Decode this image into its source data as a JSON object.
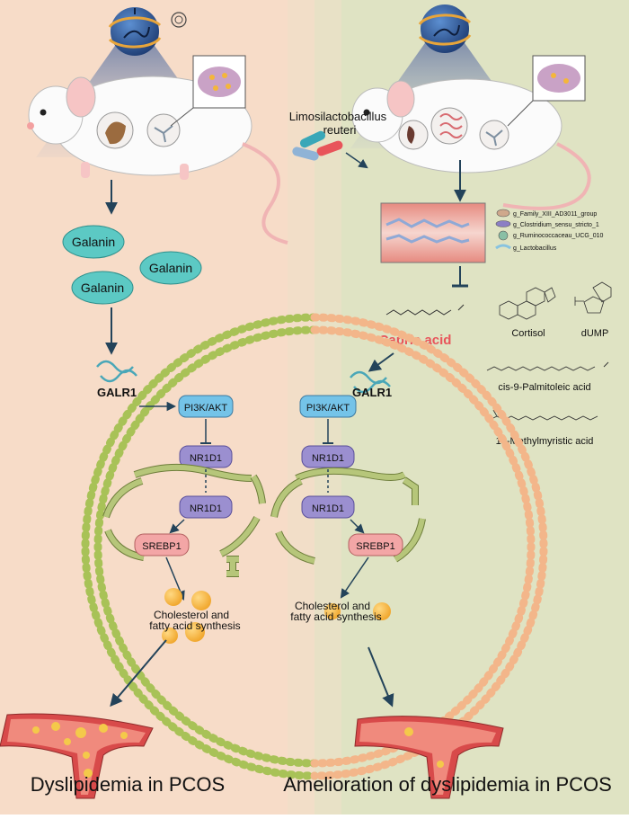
{
  "left": {
    "title": "Dyslipidemia in PCOS",
    "bg": "#f7dcc8",
    "galanin": [
      "Galanin",
      "Galanin",
      "Galanin"
    ],
    "receptor": "GALR1",
    "kinase": "PI3K/AKT",
    "nr1d1_top": "NR1D1",
    "nr1d1_bottom": "NR1D1",
    "srebp1": "SREBP1",
    "synthesis_line1": "Cholesterol and",
    "synthesis_line2": "fatty acid synthesis"
  },
  "right": {
    "title": "Amelioration of dyslipidemia in PCOS",
    "bg": "#dfe3c3",
    "probiotic_line1": "Limosilactobacillus",
    "probiotic_line2": "reuteri",
    "legend": [
      "g_Family_XIII_AD3011_group",
      "g_Clostridium_sensu_stricto_1",
      "g_Ruminococcaceau_UCG_010",
      "g_Lactobacillus"
    ],
    "capric": "Capric acid",
    "cortisol": "Cortisol",
    "dump": "dUMP",
    "palmitoleic": "cis-9-Palmitoleic acid",
    "methylmyristic": "13-Methylmyristic acid",
    "receptor": "GALR1",
    "kinase": "PI3K/AKT",
    "nr1d1_top": "NR1D1",
    "nr1d1_bottom": "NR1D1",
    "srebp1": "SREBP1",
    "synthesis_line1": "Cholesterol and",
    "synthesis_line2": "fatty acid synthesis"
  },
  "colors": {
    "accent_red": "#e8545a",
    "galanin_fill": "#5cc9c4",
    "kinase_fill": "#74c3e8",
    "nr1d1_fill": "#9b8fd0",
    "srebp1_fill": "#f3a6a6",
    "membrane_left": "#a8c257",
    "membrane_right": "#f3b68a",
    "er_fill": "#b6c67a",
    "fat_drop": "#f4b63a",
    "vessel": "#d84a4a"
  },
  "icons": [
    "circadian-clock-icon",
    "mouse-icon",
    "ovary-icon",
    "liver-icon",
    "gut-icon",
    "bacteria-icon",
    "blood-vessel-icon",
    "receptor-icon",
    "lipid-droplet-icon"
  ]
}
